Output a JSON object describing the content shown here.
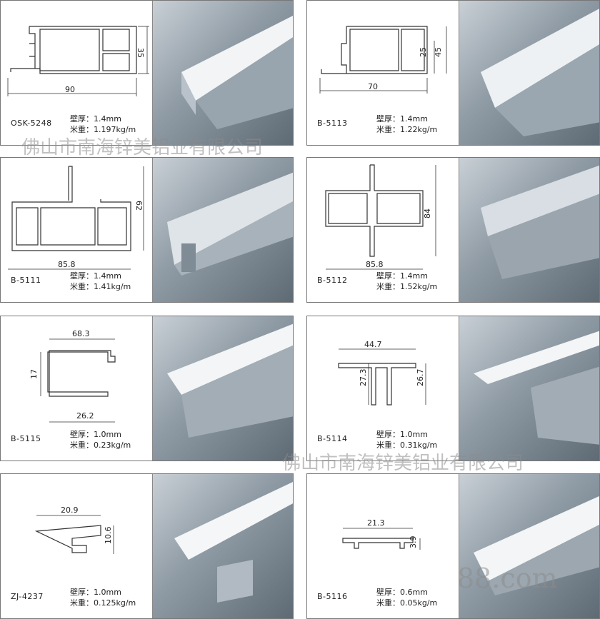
{
  "products": [
    {
      "code": "OSK-5248",
      "wall": "壁厚：1.4mm",
      "weight": "米重：1.197kg/m",
      "dims": [
        "90",
        "35"
      ]
    },
    {
      "code": "B-5113",
      "wall": "壁厚：1.4mm",
      "weight": "米重：1.22kg/m",
      "dims": [
        "70",
        "25",
        "45"
      ]
    },
    {
      "code": "B-5111",
      "wall": "壁厚：1.4mm",
      "weight": "米重：1.41kg/m",
      "dims": [
        "85.8",
        "62"
      ]
    },
    {
      "code": "B-5112",
      "wall": "壁厚：1.4mm",
      "weight": "米重：1.52kg/m",
      "dims": [
        "85.8",
        "84"
      ]
    },
    {
      "code": "B-5115",
      "wall": "壁厚：1.0mm",
      "weight": "米重：0.23kg/m",
      "dims": [
        "68.3",
        "17",
        "26.2"
      ]
    },
    {
      "code": "B-5114",
      "wall": "壁厚：1.0mm",
      "weight": "米重：0.31kg/m",
      "dims": [
        "44.7",
        "27.3",
        "26.7"
      ]
    },
    {
      "code": "ZJ-4237",
      "wall": "壁厚：1.0mm",
      "weight": "米重：0.125kg/m",
      "dims": [
        "20.9",
        "10.6"
      ]
    },
    {
      "code": "B-5116",
      "wall": "壁厚：0.6mm",
      "weight": "米重：0.05kg/m",
      "dims": [
        "21.3",
        "3.9"
      ]
    }
  ],
  "watermarks": [
    "佛山市南海锌美铝业有限公司",
    "佛山市南海锌美铝业有限公司",
    "88.com"
  ]
}
